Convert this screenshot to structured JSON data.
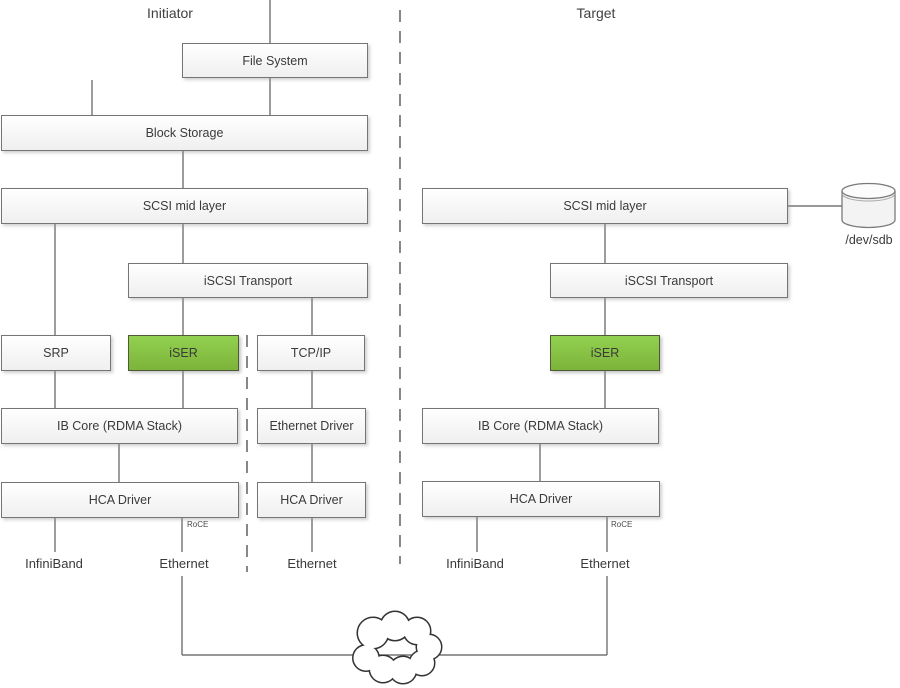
{
  "headers": {
    "initiator": "Initiator",
    "target": "Target"
  },
  "boxes": {
    "file_system": "File System",
    "block_storage": "Block Storage",
    "scsi_mid_initiator": "SCSI mid layer",
    "iscsi_transport_initiator": "iSCSI Transport",
    "srp": "SRP",
    "iser_initiator": "iSER",
    "tcpip": "TCP/IP",
    "ib_core_initiator": "IB Core (RDMA Stack)",
    "ethernet_driver": "Ethernet Driver",
    "hca_driver_initiator": "HCA Driver",
    "hca_driver_tcp": "HCA Driver",
    "scsi_mid_target": "SCSI mid layer",
    "iscsi_transport_target": "iSCSI Transport",
    "iser_target": "iSER",
    "ib_core_target": "IB Core (RDMA Stack)",
    "hca_driver_target": "HCA Driver"
  },
  "labels": {
    "roce_initiator": "RoCE",
    "roce_target": "RoCE",
    "infiniband_initiator": "InfiniBand",
    "ethernet_initiator": "Ethernet",
    "ethernet_tcp": "Ethernet",
    "infiniband_target": "InfiniBand",
    "ethernet_target": "Ethernet",
    "dev_sdb": "/dev/sdb"
  },
  "colors": {
    "box_border": "#757575",
    "box_fill_top": "#ffffff",
    "box_fill_bottom": "#efefef",
    "iser_border": "#4e5a35",
    "iser_fill_top": "#92d150",
    "iser_fill_bottom": "#7cb33a",
    "connector_line": "#5b5b5b",
    "dashed_line": "#474747",
    "text": "#3a3a3a"
  }
}
